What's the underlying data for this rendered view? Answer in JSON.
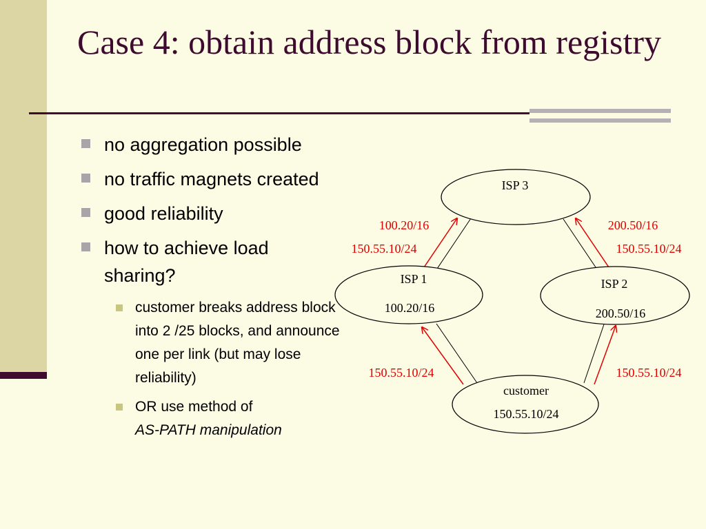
{
  "title": "Case 4: obtain address block from registry",
  "bullets": [
    {
      "text": "no aggregation possible"
    },
    {
      "text": "no traffic magnets created"
    },
    {
      "text": "good reliability"
    },
    {
      "text": "how to achieve load sharing?"
    }
  ],
  "sub_bullets": [
    {
      "text": "customer breaks address block into 2 /25 blocks, and announce one per link (but may lose reliability)"
    },
    {
      "text_plain": "OR use method of",
      "text_italic": "AS-PATH manipulation"
    }
  ],
  "diagram": {
    "nodes": {
      "isp3": {
        "name": "ISP 3"
      },
      "isp1": {
        "name": "ISP 1",
        "prefix": "100.20/16"
      },
      "isp2": {
        "name": "ISP 2",
        "prefix": "200.50/16"
      },
      "customer": {
        "name": "customer",
        "prefix": "150.55.10/24"
      }
    },
    "announcements": {
      "isp1_to_isp3_top": "100.20/16",
      "isp1_to_isp3_bottom": "150.55.10/24",
      "isp2_to_isp3_top": "200.50/16",
      "isp2_to_isp3_bottom": "150.55.10/24",
      "customer_to_isp1": "150.55.10/24",
      "customer_to_isp2": "150.55.10/24"
    },
    "colors": {
      "arrow": "#e00000",
      "line": "#000000"
    }
  }
}
